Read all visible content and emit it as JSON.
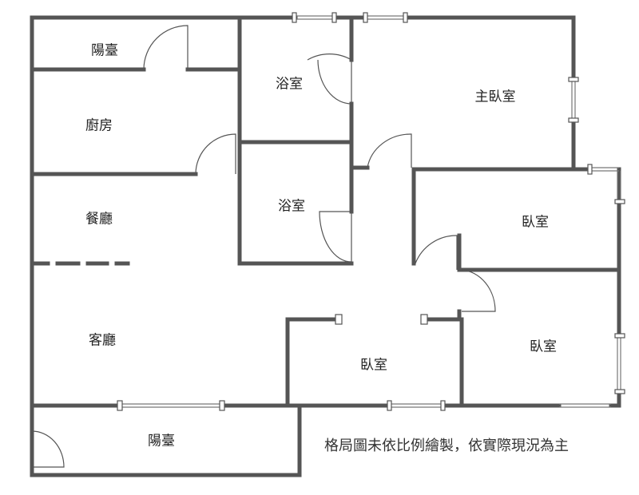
{
  "rooms": {
    "balcony_top": "陽臺",
    "kitchen": "廚房",
    "dining": "餐廳",
    "living": "客廳",
    "balcony_bottom": "陽臺",
    "bath1": "浴室",
    "bath2": "浴室",
    "master": "主臥室",
    "bedroom_right": "臥室",
    "bedroom_lower_right": "臥室",
    "bedroom_center": "臥室"
  },
  "note": "格局圖未依比例繪製，依實際現況為主",
  "colors": {
    "wall": "#555555"
  }
}
